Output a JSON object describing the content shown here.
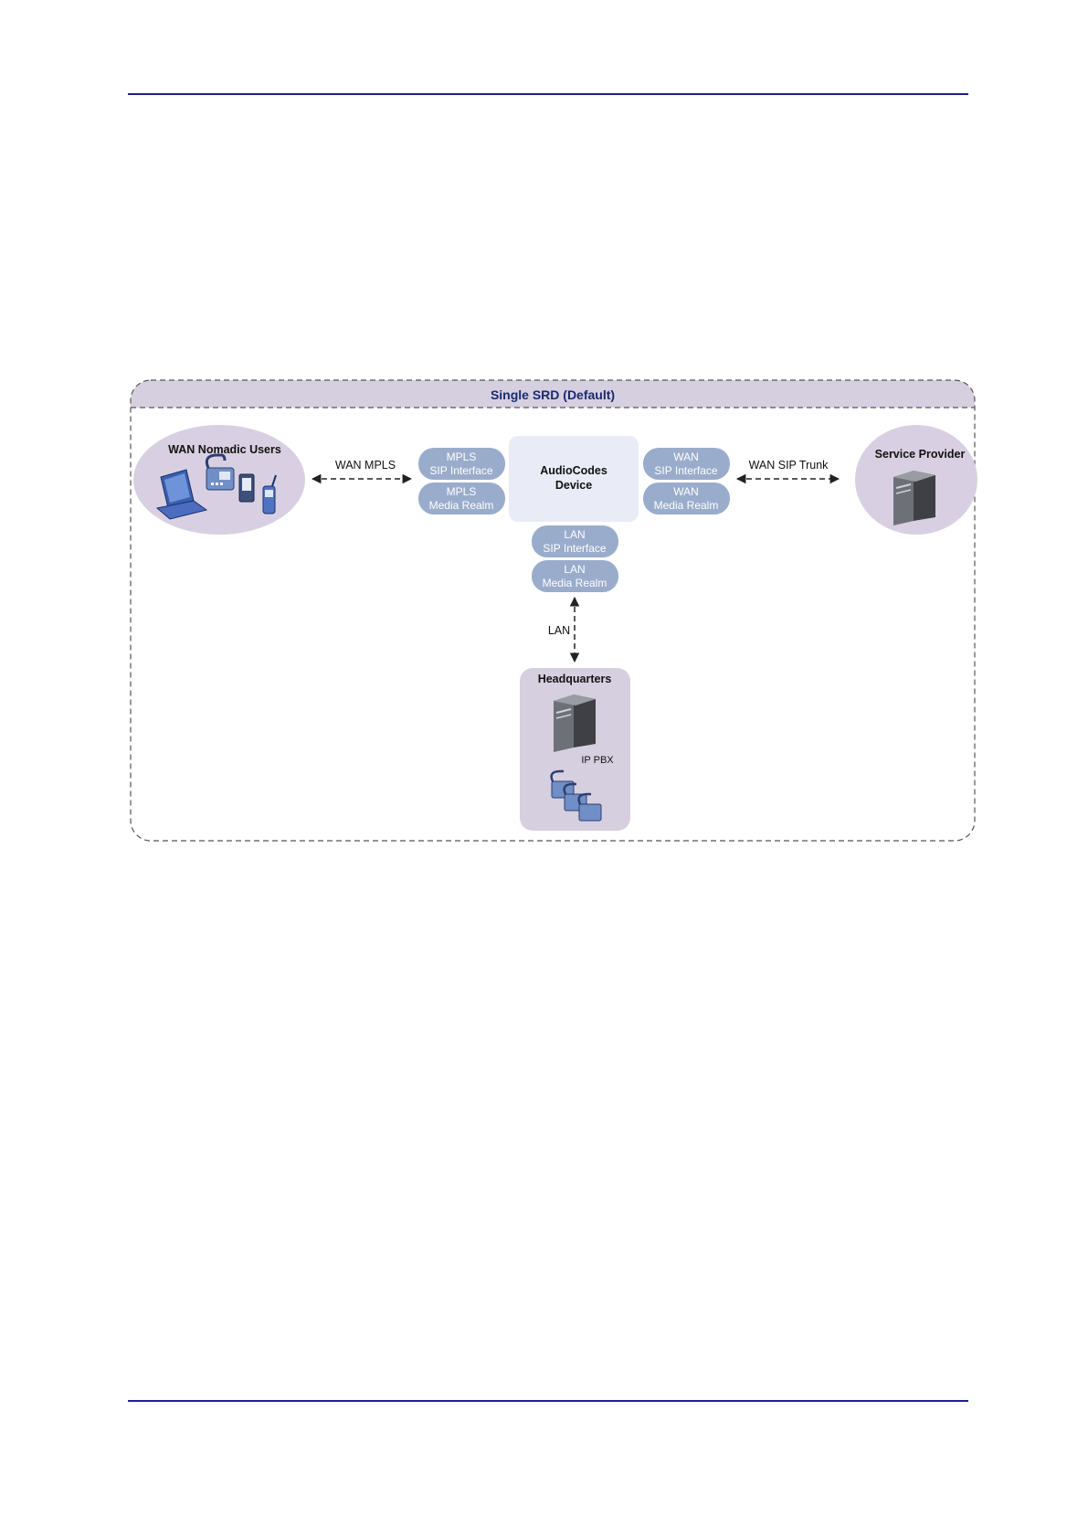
{
  "diagram": {
    "frame_title": "Single SRD (Default)",
    "wan_users": {
      "label": "WAN Nomadic Users"
    },
    "service_provider": {
      "label": "Service Provider"
    },
    "device": {
      "line1": "AudioCodes",
      "line2": "Device"
    },
    "mpls_sip": {
      "line1": "MPLS",
      "line2": "SIP Interface"
    },
    "mpls_media": {
      "line1": "MPLS",
      "line2": "Media Realm"
    },
    "wan_sip": {
      "line1": "WAN",
      "line2": "SIP Interface"
    },
    "wan_media": {
      "line1": "WAN",
      "line2": "Media Realm"
    },
    "lan_sip": {
      "line1": "LAN",
      "line2": "SIP Interface"
    },
    "lan_media": {
      "line1": "LAN",
      "line2": "Media Realm"
    },
    "link_mpls": "WAN MPLS",
    "link_sip_trunk": "WAN SIP Trunk",
    "link_lan": "LAN",
    "headquarters": {
      "label": "Headquarters",
      "pbx_label": "IP PBX"
    }
  },
  "colors": {
    "rule": "#1f1f8f",
    "frame_band": "#d6cfe0",
    "cloud": "#d8d0e2",
    "pill": "#9aaccc",
    "device_box": "#e9ecf6",
    "hq_box": "#d6cfe0"
  }
}
